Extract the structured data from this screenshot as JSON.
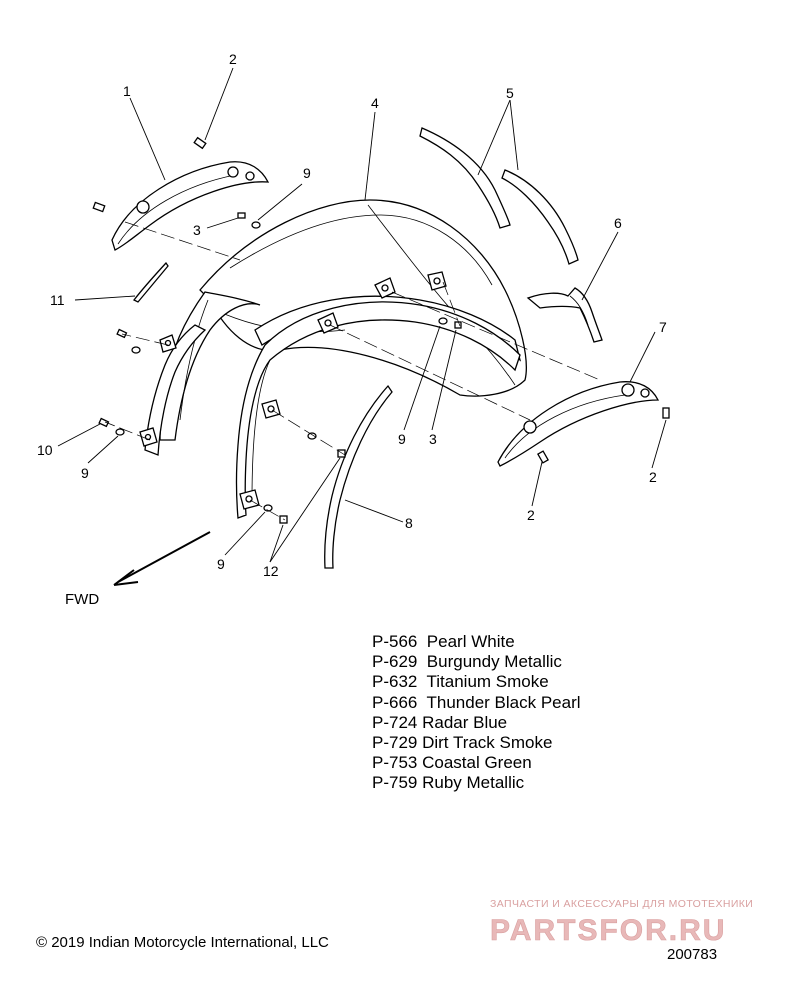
{
  "callouts": {
    "c1": "1",
    "c2a": "2",
    "c2b": "2",
    "c2c": "2",
    "c3a": "3",
    "c3b": "3",
    "c4": "4",
    "c5": "5",
    "c6": "6",
    "c7": "7",
    "c8": "8",
    "c9a": "9",
    "c9b": "9",
    "c9c": "9",
    "c9d": "9",
    "c10": "10",
    "c11": "11",
    "c12": "12"
  },
  "direction_label": "FWD",
  "paint_codes": [
    {
      "code": "P-566",
      "name": "Pearl White"
    },
    {
      "code": "P-629",
      "name": "Burgundy Metallic"
    },
    {
      "code": "P-632",
      "name": "Titanium Smoke"
    },
    {
      "code": "P-666",
      "name": "Thunder Black Pearl"
    },
    {
      "code": "P-724",
      "name": "Radar Blue"
    },
    {
      "code": "P-729",
      "name": "Dirt Track Smoke"
    },
    {
      "code": "P-753",
      "name": "Coastal Green"
    },
    {
      "code": "P-759",
      "name": "Ruby Metallic"
    }
  ],
  "paint_code_lines": [
    "P-566  Pearl White",
    "P-629  Burgundy Metallic",
    "P-632  Titanium Smoke",
    "P-666  Thunder Black Pearl",
    "P-724 Radar Blue",
    "P-729 Dirt Track Smoke",
    "P-753 Coastal Green",
    "P-759 Ruby Metallic"
  ],
  "copyright": "© 2019 Indian Motorcycle International, LLC",
  "diagram_number": "200783",
  "watermark": {
    "tagline": "ЗАПЧАСТИ И АКСЕССУАРЫ ДЛЯ МОТОТЕХНИКИ",
    "logo_text": "PARTSFOR.RU",
    "color": "#d9a0a0"
  }
}
